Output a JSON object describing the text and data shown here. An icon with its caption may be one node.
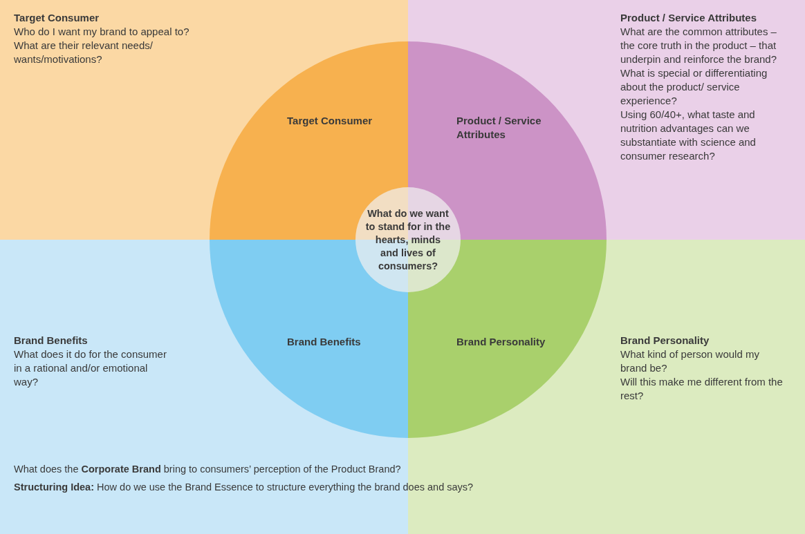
{
  "diagram": {
    "nodes": [
      {
        "text": [
          "Target Consumer",
          "Who do I want my brand to appeal to?",
          "What are their relevant needs/ wants/motivations?"
        ]
      },
      {
        "text": [
          "Product / Service Attributes",
          "What are the common attributes – the core truth in the product – that underpin and reinforce the brand?",
          "What is special or differentiating about the product/ service experience?",
          "Using 60/40+, what taste and nutrition advantages can we substantiate with science and consumer research?"
        ]
      },
      {
        "text": [
          "Brand Benefits",
          "What does it do for the consumer in a rational and/or emotional way?"
        ]
      },
      {
        "text": [
          "Brand Personality",
          "What kind of person would my brand be?",
          "Will this make me different from the rest?"
        ]
      },
      {
        "text": [
          "Target Consumer"
        ],
        "in": 0
      },
      {
        "text": [
          "Product / Service Attributes"
        ],
        "in": 1
      },
      {
        "text": [
          "Brand Benefits"
        ],
        "in": 2
      },
      {
        "text": [
          "Brand Personality"
        ],
        "in": 3
      },
      {
        "text": [
          "What do we want to stand for in the hearts, minds and lives of consumers?"
        ]
      }
    ],
    "edges": [],
    "labels": [
      "What does the **Corporate Brand** bring to consumers’ perception of the Product Brand?",
      "**Structuring Idea:** How do we use the Brand Essence to structure everything the brand does and says?"
    ]
  }
}
